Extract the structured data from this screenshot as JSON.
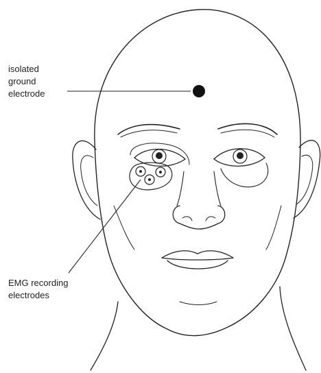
{
  "labels": {
    "ground": [
      "isolated",
      "ground",
      "electrode"
    ],
    "emg": [
      "EMG recording",
      "electrodes"
    ]
  },
  "colors": {
    "line": "#222222",
    "background": "#ffffff"
  }
}
